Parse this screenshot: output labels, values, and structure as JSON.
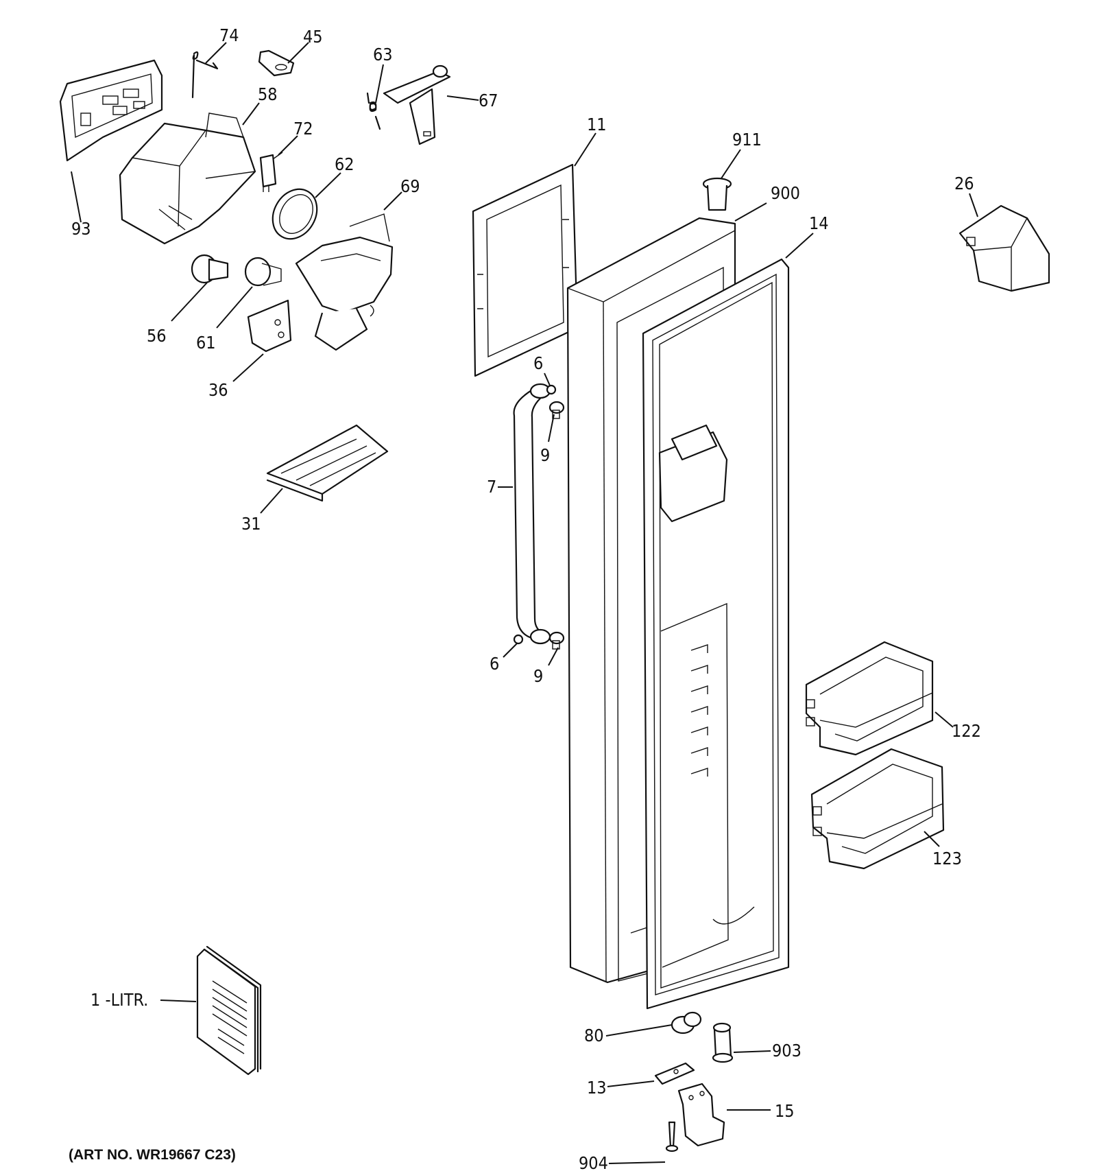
{
  "callouts": {
    "c74": "74",
    "c45": "45",
    "c63": "63",
    "c67": "67",
    "c58": "58",
    "c72": "72",
    "c62": "62",
    "c69": "69",
    "c93": "93",
    "c56": "56",
    "c61": "61",
    "c36": "36",
    "c31": "31",
    "c11": "11",
    "c911": "911",
    "c900": "900",
    "c14": "14",
    "c26": "26",
    "c6a": "6",
    "c9a": "9",
    "c7": "7",
    "c6b": "6",
    "c9b": "9",
    "c122": "122",
    "c123": "123",
    "c1": "1 -LITR.",
    "c80": "80",
    "c903": "903",
    "c13": "13",
    "c15": "15",
    "c904": "904"
  },
  "art_number": "(ART NO. WR19667 C23)"
}
